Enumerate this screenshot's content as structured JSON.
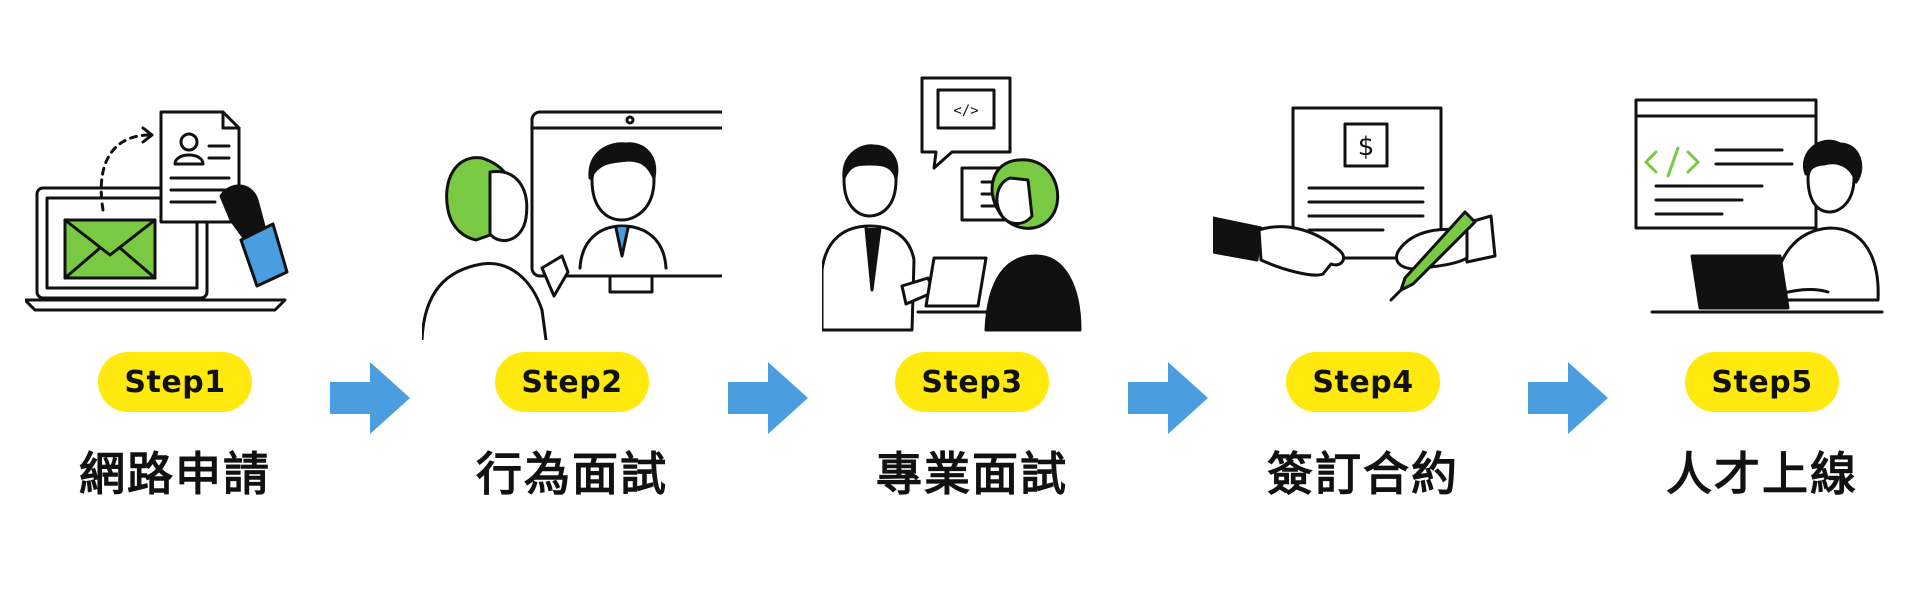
{
  "colors": {
    "accent_yellow": "#ffe90f",
    "arrow_blue": "#4a9ee0",
    "green": "#7ac943",
    "ink": "#111111"
  },
  "steps": [
    {
      "label": "Step1",
      "title": "網路申請",
      "illustration": "online-application"
    },
    {
      "label": "Step2",
      "title": "行為面試",
      "illustration": "video-interview"
    },
    {
      "label": "Step3",
      "title": "專業面試",
      "illustration": "technical-interview"
    },
    {
      "label": "Step4",
      "title": "簽訂合約",
      "illustration": "contract-signing"
    },
    {
      "label": "Step5",
      "title": "人才上線",
      "illustration": "developer-onboard"
    }
  ],
  "arrows": [
    "arrow-right-icon",
    "arrow-right-icon",
    "arrow-right-icon",
    "arrow-right-icon"
  ]
}
